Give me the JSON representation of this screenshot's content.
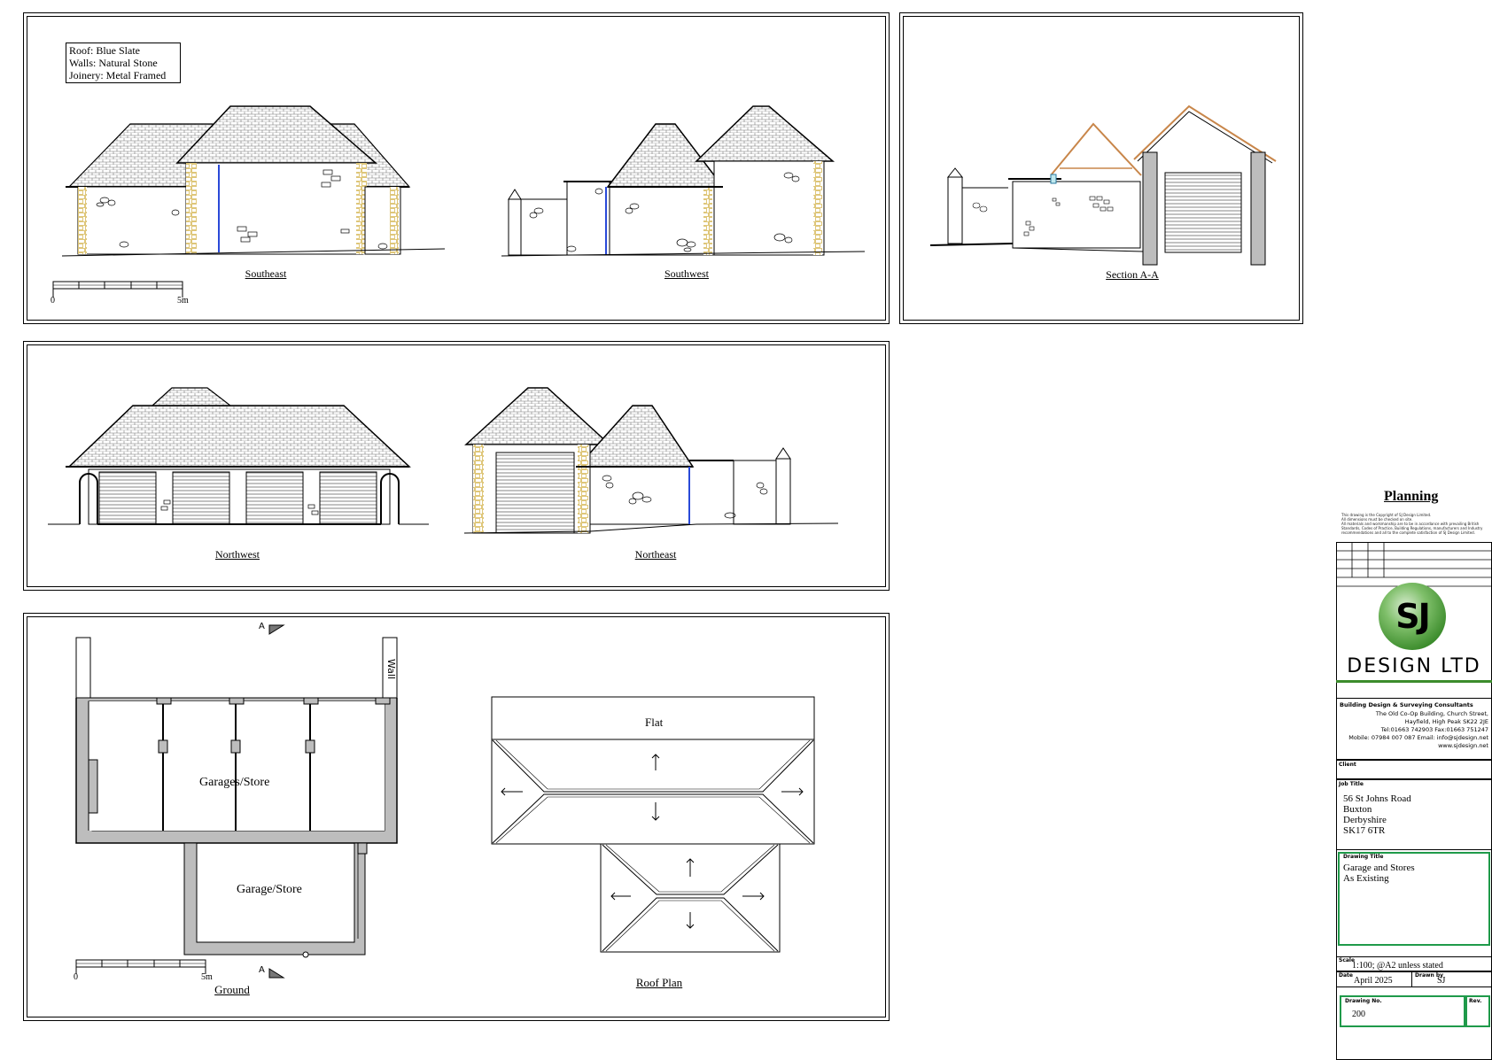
{
  "materials": {
    "roof": "Roof: Blue Slate",
    "walls": "Walls: Natural Stone",
    "joinery": "Joinery: Metal Framed"
  },
  "views": {
    "southeast": "Southeast",
    "southwest": "Southwest",
    "section": "Section A-A",
    "northwest": "Northwest",
    "northeast": "Northeast",
    "ground": "Ground",
    "roof_plan": "Roof Plan"
  },
  "scale_bars": {
    "start": "0",
    "end": "5m"
  },
  "plan_labels": {
    "garages_store": "Garages/Store",
    "garage_store": "Garage/Store",
    "wall": "Wall",
    "section_marker": "A",
    "flat": "Flat"
  },
  "title_block": {
    "stage": "Planning",
    "copyright_lines": [
      "This drawing is the Copyright of SJ Design Limited.",
      "All dimensions must be checked on site.",
      "All materials and workmanship are to be in accordance with prevailing British",
      "Standards, Codes of Practice, Building Regulations, manufacturers and Industry",
      "recommendations and all to the complete satisfaction of SJ Design Limited."
    ],
    "logo_letters": "SJ",
    "company_name": "DESIGN LTD",
    "company_tagline": "Building Design & Surveying Consultants",
    "address_lines": [
      "The Old Co-Op Building, Church Street,",
      "Hayfield, High Peak SK22 2JE",
      "Tel:01663 742903  Fax:01663 751247",
      "Mobile: 07984 007 087 Email: info@sjdesign.net",
      "www.sjdesign.net"
    ],
    "client_label": "Client",
    "job_title_label": "Job Title",
    "job_address": [
      "56 St Johns Road",
      "Buxton",
      "Derbyshire",
      "SK17 6TR"
    ],
    "drawing_title_label": "Drawing Title",
    "drawing_title": [
      "Garage and Stores",
      "As Existing"
    ],
    "scale_label": "Scale",
    "scale_value": "1:100; @A2 unless stated",
    "date_label": "Date",
    "date_value": "April 2025",
    "drawn_by_label": "Drawn by",
    "drawn_by_value": "SJ",
    "drawing_no_label": "Drawing No.",
    "drawing_no_value": "200",
    "rev_label": "Rev."
  },
  "colors": {
    "line": "#000000",
    "slate": "#9a9a9a",
    "quoin": "#e0c56e",
    "pipe": "#2a4ad8",
    "timber": "#c8864a",
    "wall_fill": "#bdbdbd",
    "logo_green": "#3c8c2c",
    "title_border": "#1f9a4a"
  }
}
